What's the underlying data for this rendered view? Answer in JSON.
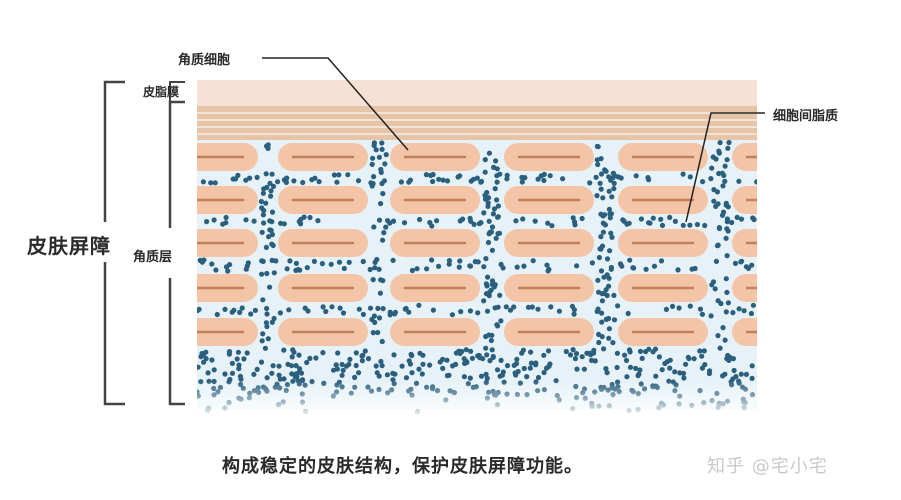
{
  "diagram": {
    "labels": {
      "corneocyte": "角质细胞",
      "sebum_film": "皮脂膜",
      "intercellular_lipid": "细胞间脂质",
      "skin_barrier": "皮肤屏障",
      "stratum_corneum": "角质层"
    },
    "caption": "构成稳定的皮肤结构，保护皮肤屏障功能。",
    "watermark": "知乎 @宅小宅",
    "colors": {
      "sebum_film": "#f6e2d4",
      "flat_layers": "#e5c4a8",
      "flat_layer_lines": "#f3e3d4",
      "cell_fill": "#f4c4a6",
      "cell_line": "#c0805c",
      "lipid_bg": "#e6f2f8",
      "lipid_dot": "#2b5f7e",
      "bracket": "#444444",
      "leader_line": "#222222"
    },
    "layout": {
      "cell_rows": 5,
      "cell_columns": 6
    }
  }
}
